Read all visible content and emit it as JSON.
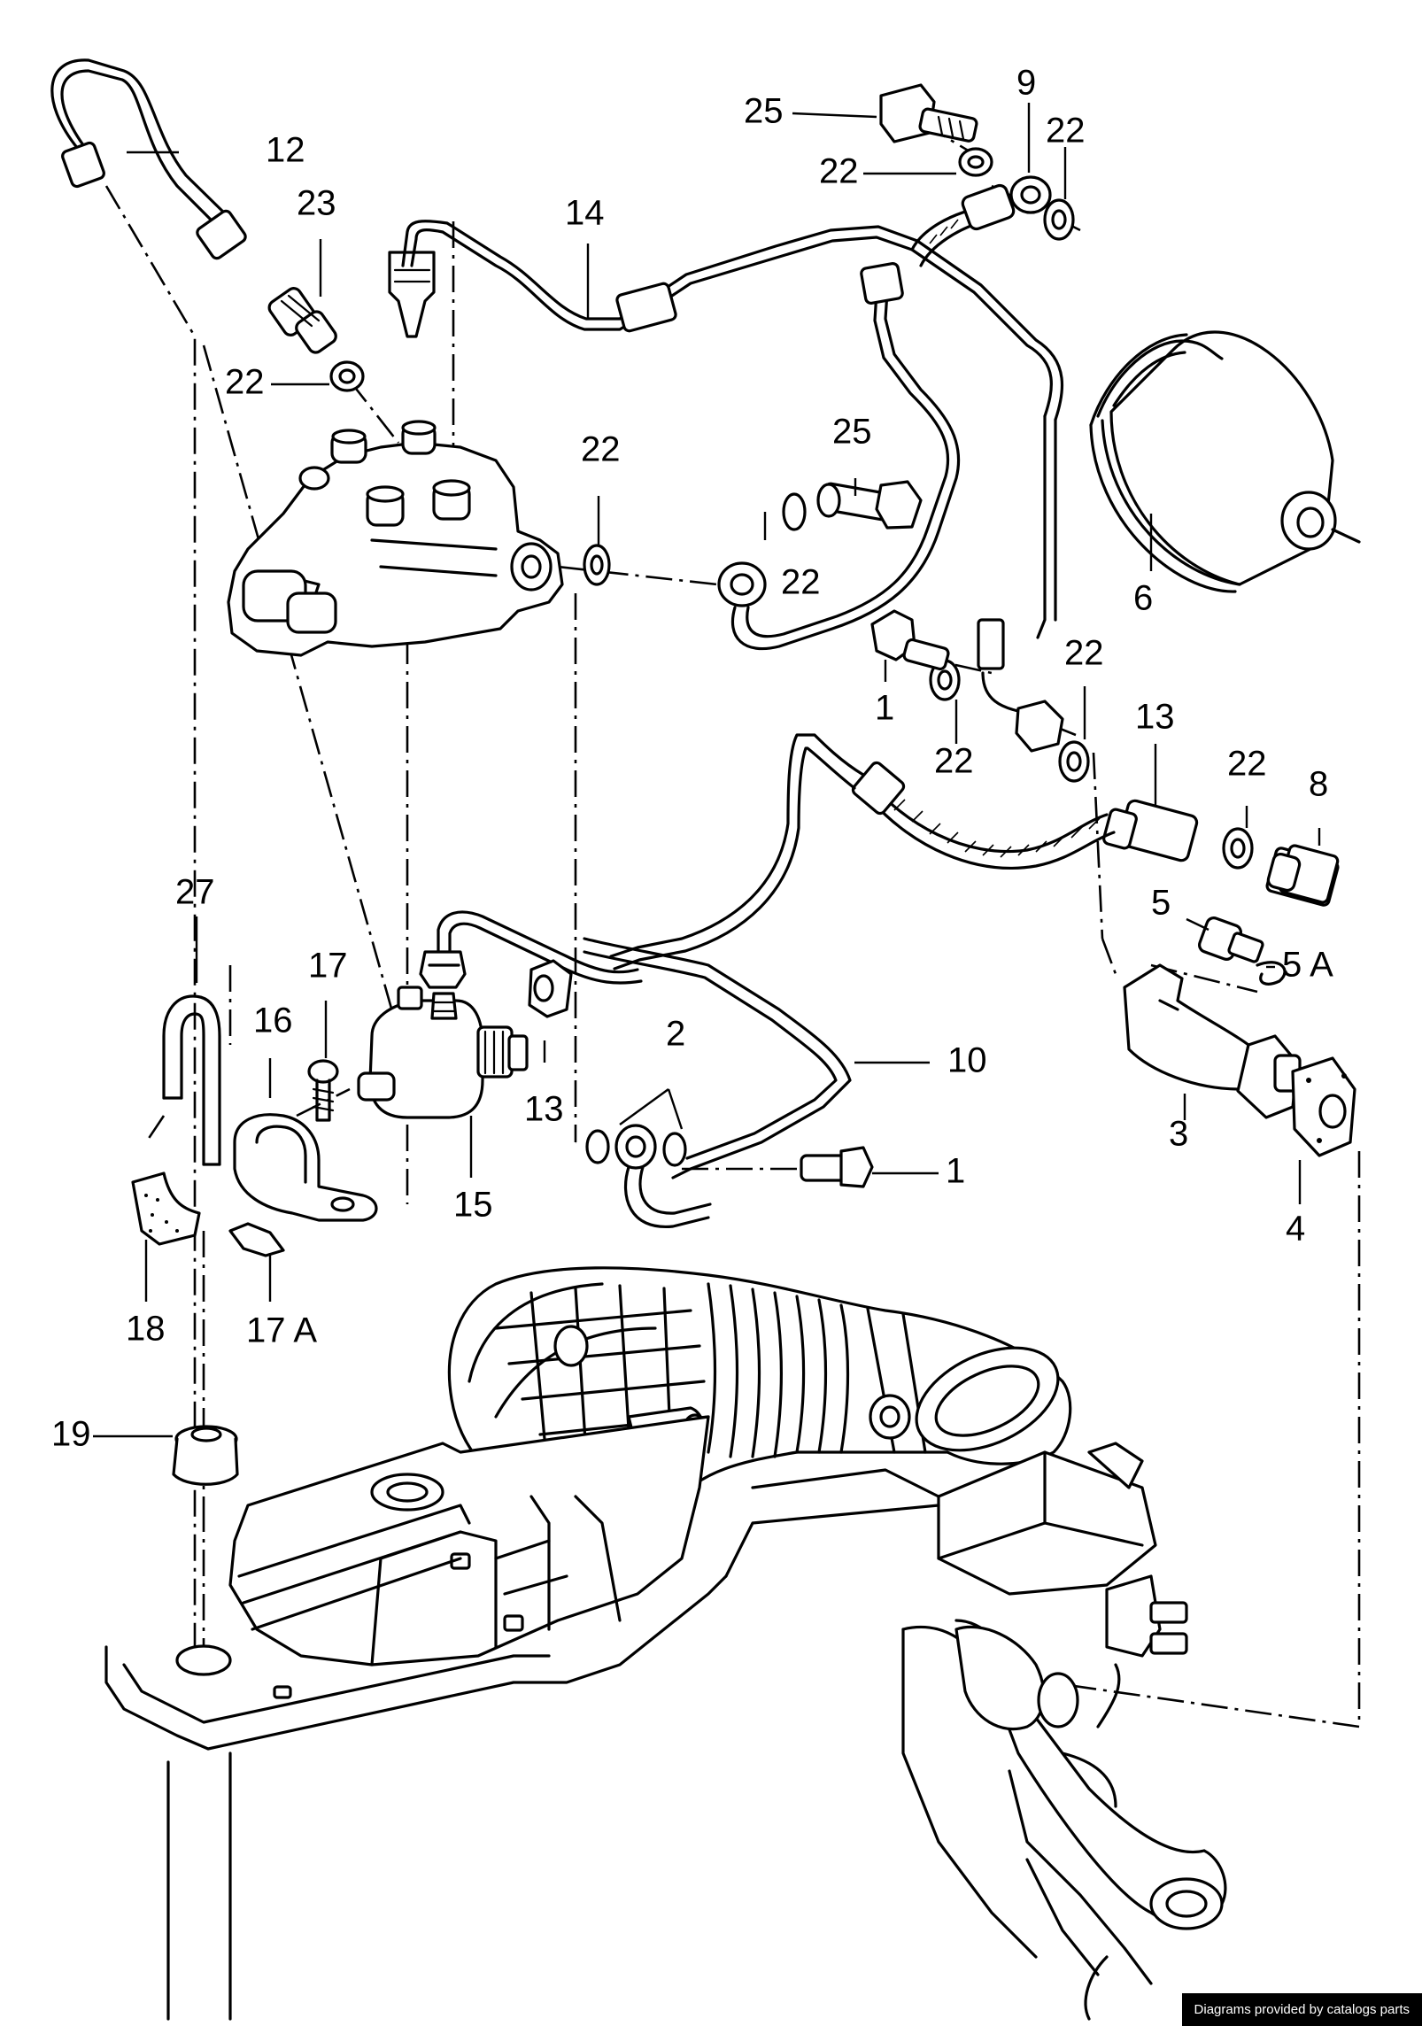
{
  "credit": "Diagrams provided by catalogs parts",
  "callouts": {
    "c1a": "1",
    "c1b": "1",
    "c2": "2",
    "c3": "3",
    "c4": "4",
    "c5": "5",
    "c5a": "5 A",
    "c6": "6",
    "c8": "8",
    "c9": "9",
    "c10": "10",
    "c12": "12",
    "c13a": "13",
    "c13b": "13",
    "c14": "14",
    "c15": "15",
    "c16": "16",
    "c17": "17",
    "c17a": "17 A",
    "c18": "18",
    "c19": "19",
    "c22a": "22",
    "c22b": "22",
    "c22c": "22",
    "c22d": "22",
    "c22e": "22",
    "c22f": "22",
    "c22g": "22",
    "c22h": "22",
    "c23": "23",
    "c25a": "25",
    "c25b": "25",
    "c27": "27"
  }
}
